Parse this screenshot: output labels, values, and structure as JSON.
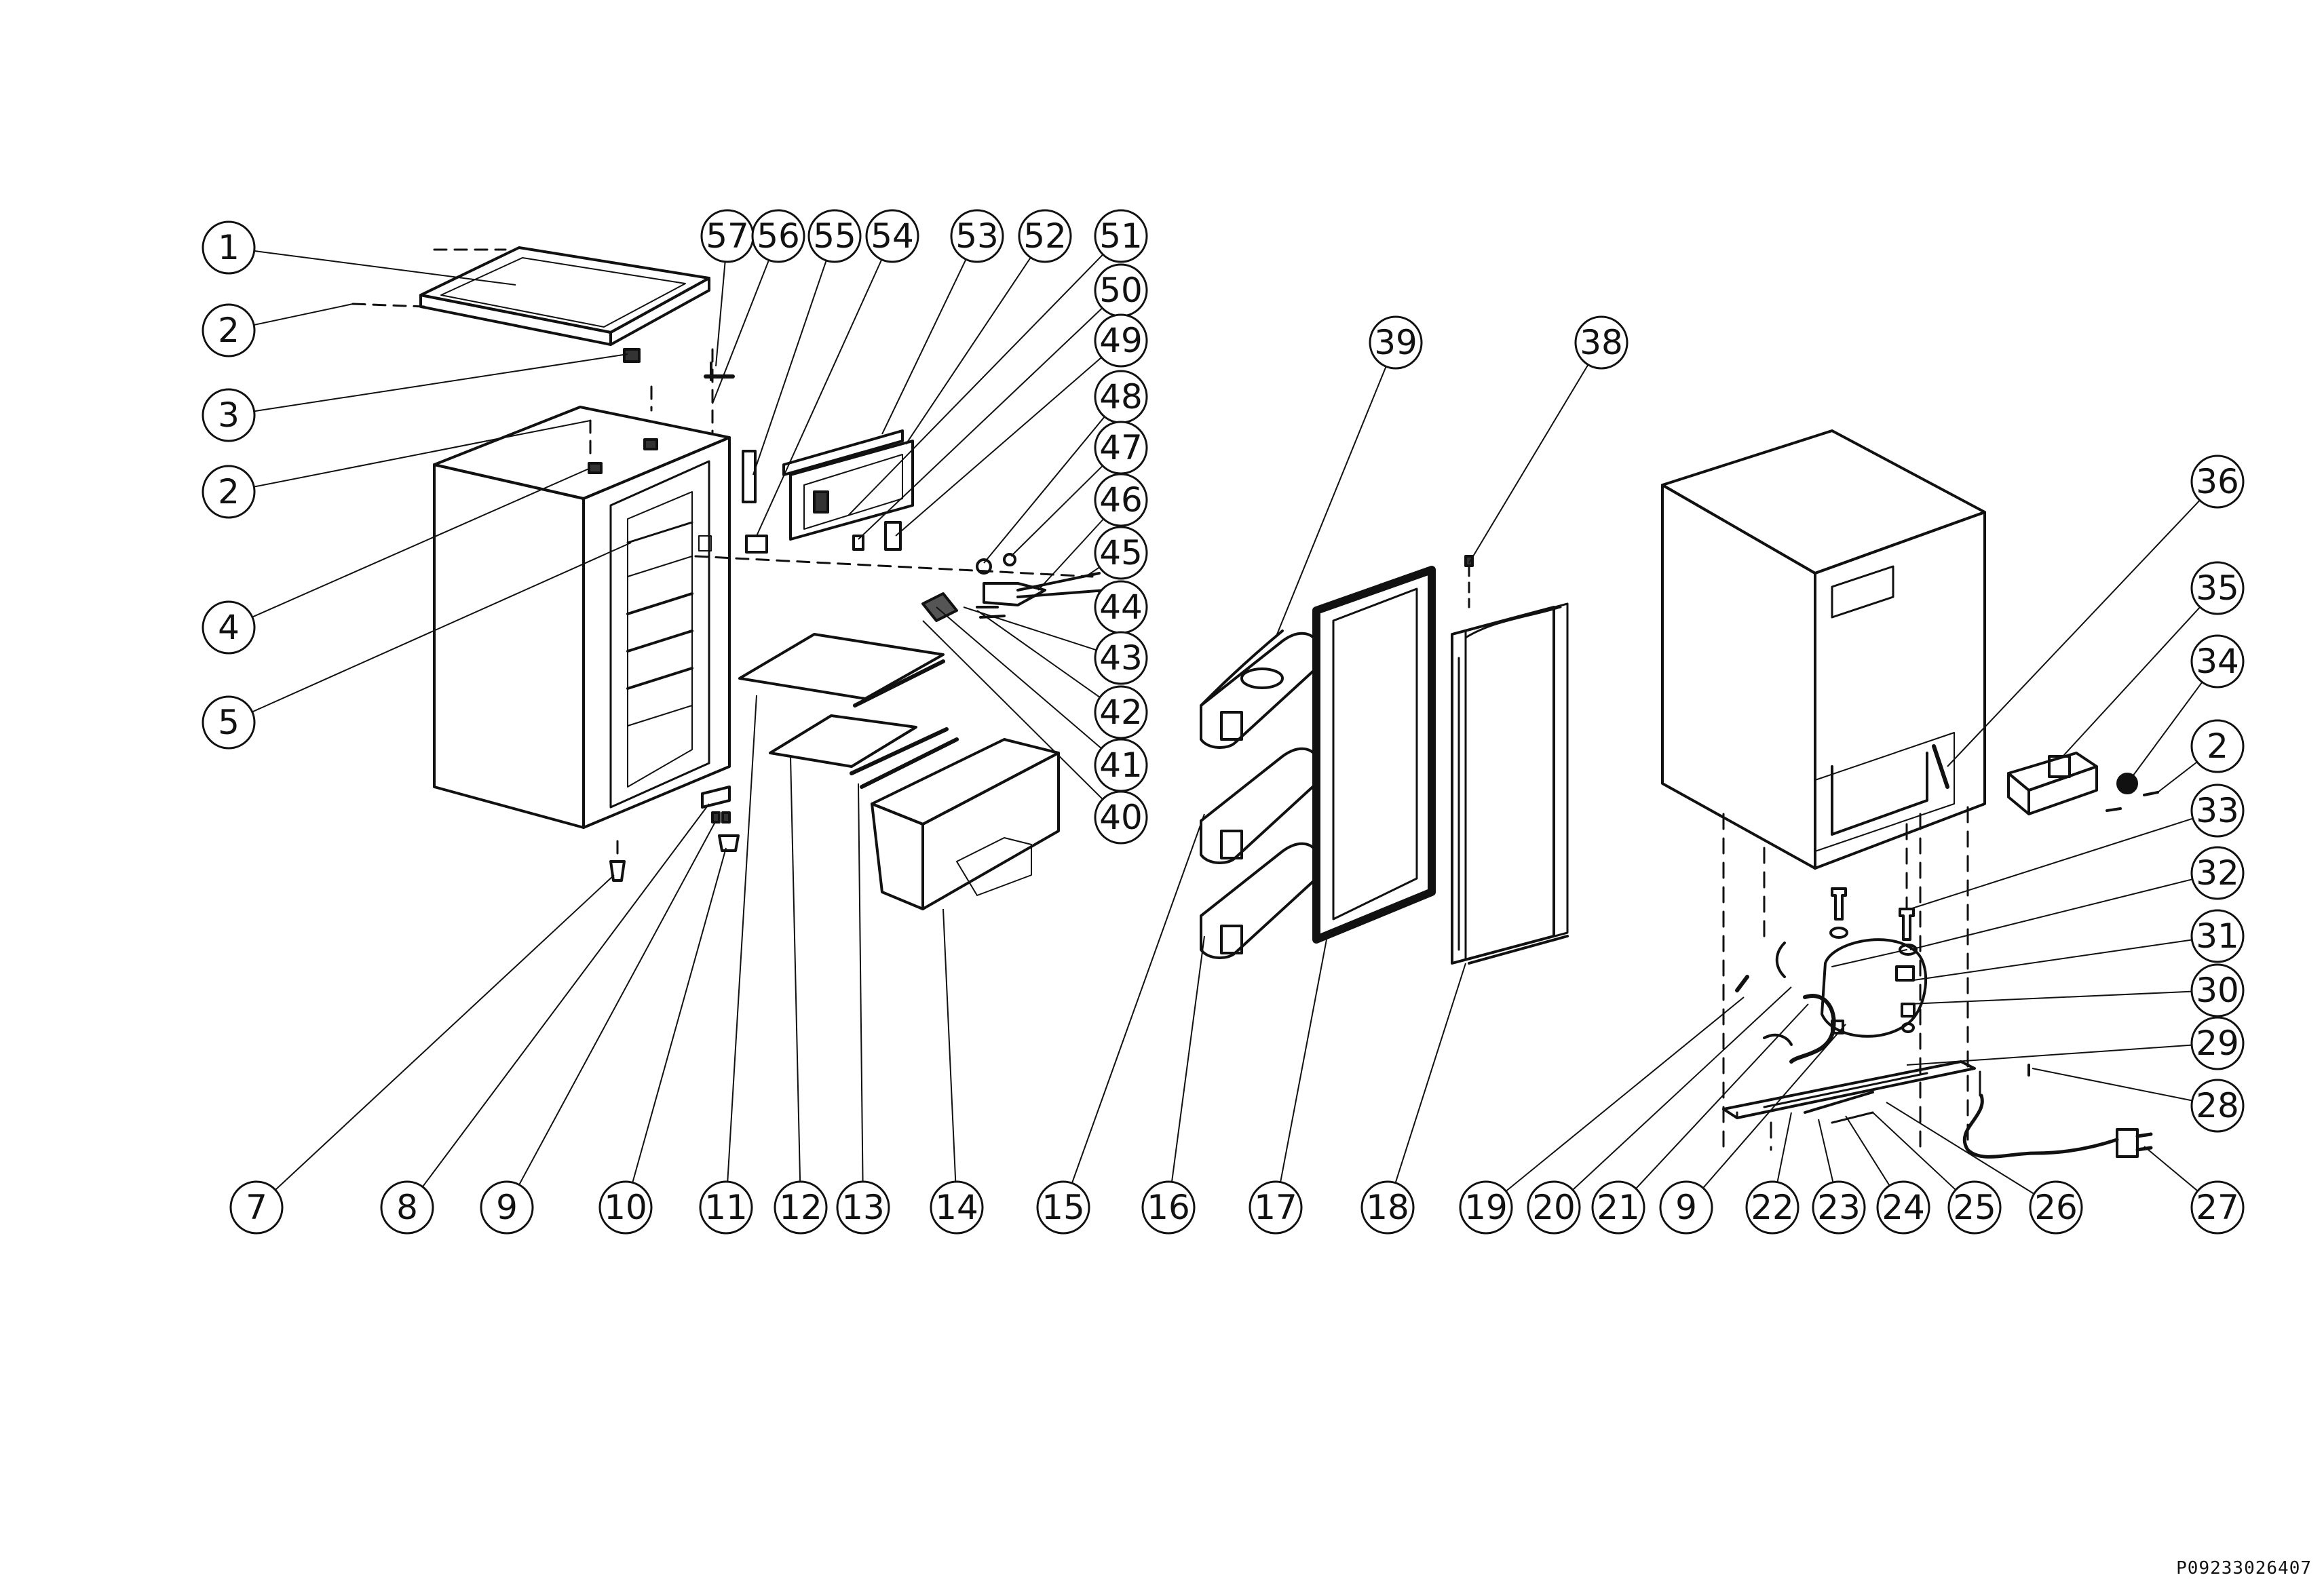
{
  "diagram": {
    "document_id": "P09233026407",
    "callouts": [
      {
        "id": "c1",
        "label": "1"
      },
      {
        "id": "c2a",
        "label": "2"
      },
      {
        "id": "c3",
        "label": "3"
      },
      {
        "id": "c2b",
        "label": "2"
      },
      {
        "id": "c4",
        "label": "4"
      },
      {
        "id": "c5",
        "label": "5"
      },
      {
        "id": "c57",
        "label": "57"
      },
      {
        "id": "c56",
        "label": "56"
      },
      {
        "id": "c55",
        "label": "55"
      },
      {
        "id": "c54",
        "label": "54"
      },
      {
        "id": "c53",
        "label": "53"
      },
      {
        "id": "c52",
        "label": "52"
      },
      {
        "id": "c51",
        "label": "51"
      },
      {
        "id": "c50",
        "label": "50"
      },
      {
        "id": "c49",
        "label": "49"
      },
      {
        "id": "c48",
        "label": "48"
      },
      {
        "id": "c47",
        "label": "47"
      },
      {
        "id": "c46",
        "label": "46"
      },
      {
        "id": "c45",
        "label": "45"
      },
      {
        "id": "c44",
        "label": "44"
      },
      {
        "id": "c43",
        "label": "43"
      },
      {
        "id": "c42",
        "label": "42"
      },
      {
        "id": "c41",
        "label": "41"
      },
      {
        "id": "c40",
        "label": "40"
      },
      {
        "id": "c7",
        "label": "7"
      },
      {
        "id": "c8",
        "label": "8"
      },
      {
        "id": "c9a",
        "label": "9"
      },
      {
        "id": "c10",
        "label": "10"
      },
      {
        "id": "c11",
        "label": "11"
      },
      {
        "id": "c12",
        "label": "12"
      },
      {
        "id": "c13",
        "label": "13"
      },
      {
        "id": "c14",
        "label": "14"
      },
      {
        "id": "c39",
        "label": "39"
      },
      {
        "id": "c38",
        "label": "38"
      },
      {
        "id": "c15",
        "label": "15"
      },
      {
        "id": "c16",
        "label": "16"
      },
      {
        "id": "c17",
        "label": "17"
      },
      {
        "id": "c18",
        "label": "18"
      },
      {
        "id": "c36",
        "label": "36"
      },
      {
        "id": "c35",
        "label": "35"
      },
      {
        "id": "c34",
        "label": "34"
      },
      {
        "id": "c2c",
        "label": "2"
      },
      {
        "id": "c33",
        "label": "33"
      },
      {
        "id": "c32",
        "label": "32"
      },
      {
        "id": "c31",
        "label": "31"
      },
      {
        "id": "c30",
        "label": "30"
      },
      {
        "id": "c29",
        "label": "29"
      },
      {
        "id": "c28",
        "label": "28"
      },
      {
        "id": "c19",
        "label": "19"
      },
      {
        "id": "c20",
        "label": "20"
      },
      {
        "id": "c21",
        "label": "21"
      },
      {
        "id": "c9b",
        "label": "9"
      },
      {
        "id": "c22",
        "label": "22"
      },
      {
        "id": "c23",
        "label": "23"
      },
      {
        "id": "c24",
        "label": "24"
      },
      {
        "id": "c25",
        "label": "25"
      },
      {
        "id": "c26",
        "label": "26"
      },
      {
        "id": "c27",
        "label": "27"
      }
    ]
  }
}
